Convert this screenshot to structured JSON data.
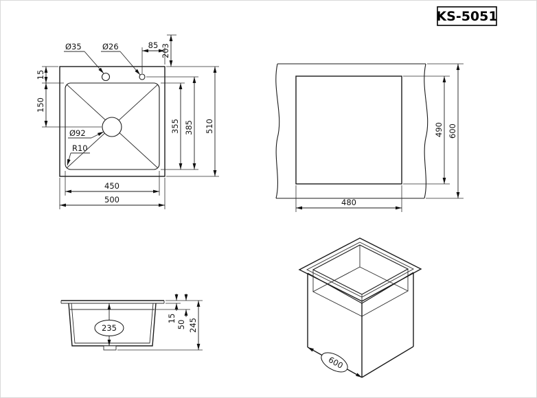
{
  "title_block": {
    "model": "KS-5051"
  },
  "top_view": {
    "dims": {
      "faucet_hole_dia": "Ø35",
      "soap_hole_dia": "Ø26",
      "hole_offset": "85",
      "hole_position": "203",
      "rim_gap": "15",
      "bowl_offset": "150",
      "drain_dia": "Ø92",
      "corner_radius": "R10",
      "bowl_inner_depth": "355",
      "bowl_outer_depth": "385",
      "overall_depth": "510",
      "bowl_width": "450",
      "overall_width": "500"
    }
  },
  "cutout_view": {
    "dims": {
      "cutout_depth": "490",
      "counter_depth": "600",
      "cutout_width": "480"
    }
  },
  "section_view": {
    "dims": {
      "bowl_depth": "235",
      "rim_height": "15",
      "ledge_height": "50",
      "overall_height": "245"
    }
  },
  "iso_view": {
    "dims": {
      "overall_width": "600"
    }
  }
}
